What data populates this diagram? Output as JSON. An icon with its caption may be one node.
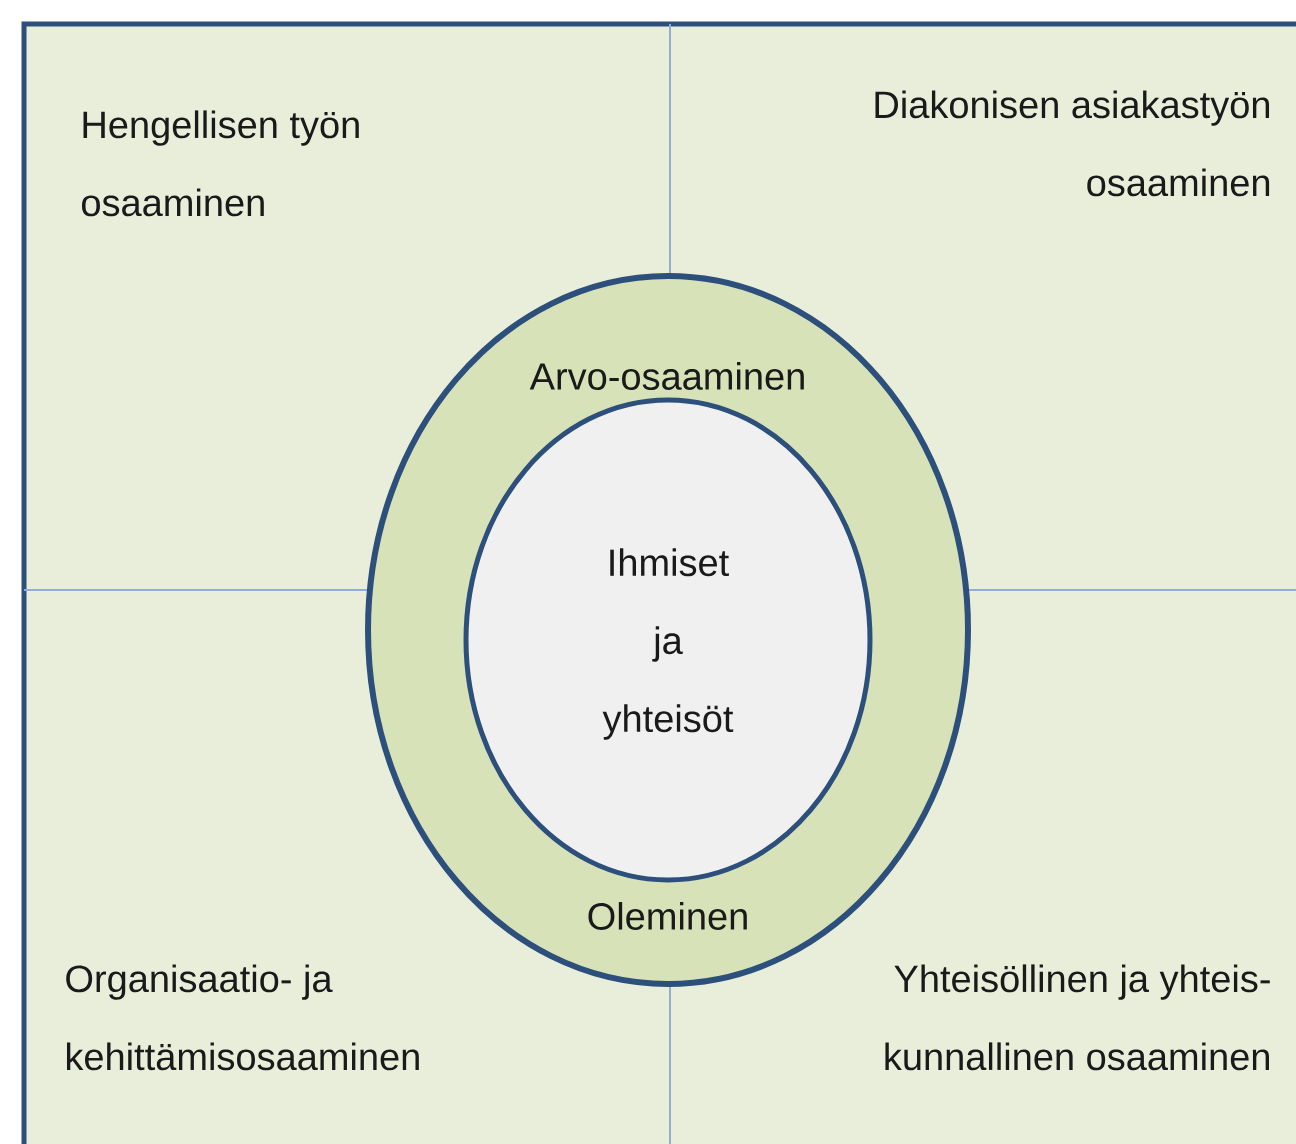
{
  "diagram": {
    "nodes": [
      {
        "text": [
          "Arvo-osaaminen",
          "Oleminen"
        ]
      },
      {
        "text": [
          "Ihmiset ja yhteisöt"
        ],
        "in": 0
      }
    ],
    "labels": [
      "Hengellisen työn osaaminen",
      "Diakonisen asiakastyön osaaminen",
      "Organisaatio- ja kehittämisosaaminen",
      "Yhteisöllinen ja yhteis- kunnallinen osaaminen"
    ]
  }
}
